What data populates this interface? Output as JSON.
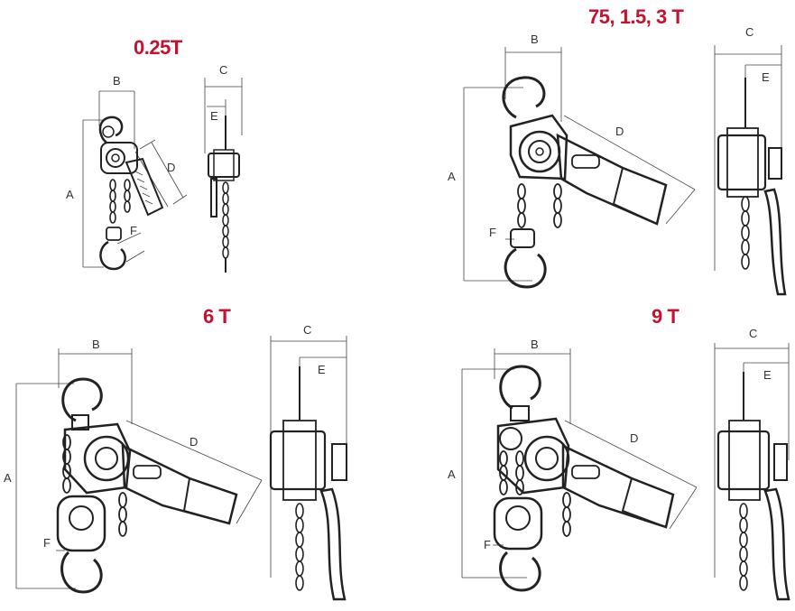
{
  "titles": {
    "p1": "0.25T",
    "p2": "75, 1.5, 3 T",
    "p3": "6 T",
    "p4": "9 T"
  },
  "labels": {
    "a": "A",
    "b": "B",
    "c": "C",
    "d": "D",
    "e": "E",
    "f": "F"
  },
  "colors": {
    "title": "#c4122f",
    "line": "#222222",
    "dimension": "#444444"
  }
}
